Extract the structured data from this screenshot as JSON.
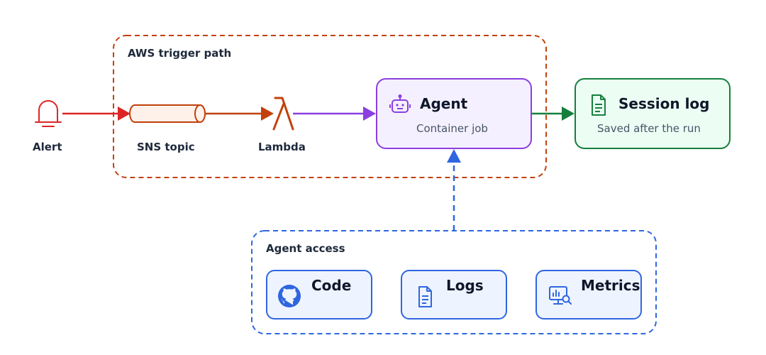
{
  "groups": {
    "aws_trigger": {
      "label": "AWS trigger path",
      "color": "#c2410c"
    },
    "agent_access": {
      "label": "Agent access",
      "color": "#2f66e0"
    }
  },
  "nodes": {
    "alert": {
      "label": "Alert",
      "icon": "bell-icon",
      "color": "#dc2626"
    },
    "sns": {
      "label": "SNS topic",
      "icon": "pipe-icon",
      "color": "#c2410c"
    },
    "lambda": {
      "label": "Lambda",
      "icon": "lambda-icon",
      "color": "#c2410c"
    },
    "agent": {
      "title": "Agent",
      "subtitle": "Container job",
      "icon": "robot-icon",
      "color": "#8b3fe0"
    },
    "session_log": {
      "title": "Session log",
      "subtitle": "Saved after the run",
      "icon": "document-icon",
      "color": "#15803d"
    }
  },
  "access": [
    {
      "label": "Code",
      "icon": "github-icon"
    },
    {
      "label": "Logs",
      "icon": "document-icon"
    },
    {
      "label": "Metrics",
      "icon": "monitor-search-icon"
    }
  ]
}
